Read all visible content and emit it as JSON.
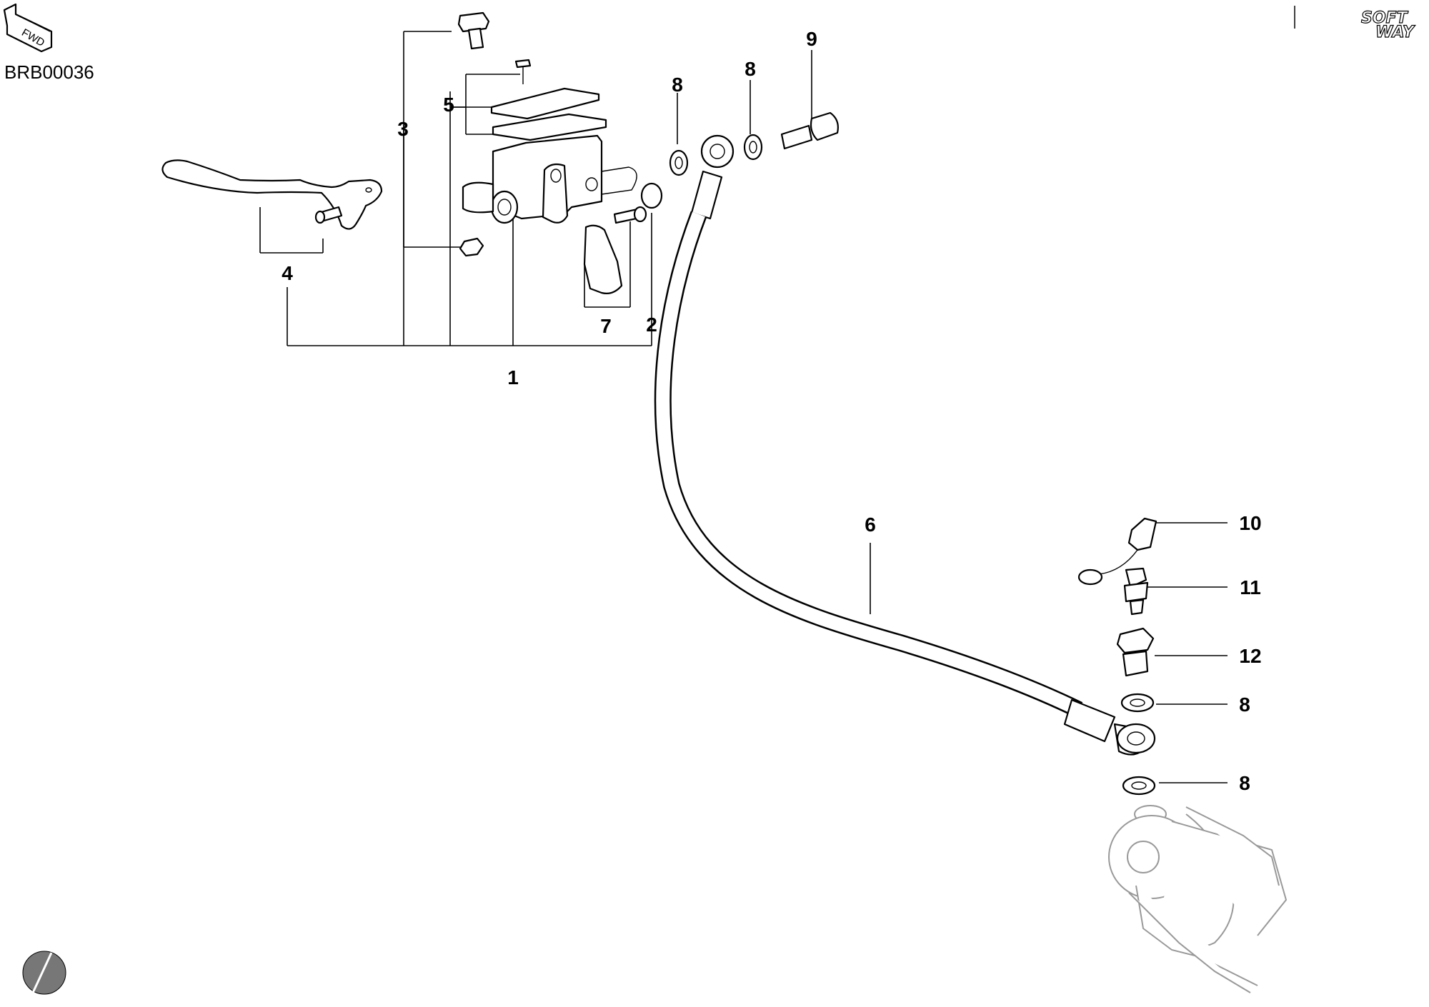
{
  "document_code": "BRB00036",
  "fwd_label": "FWD",
  "logo_text": [
    "SOFT",
    "WAY"
  ],
  "callouts": {
    "c1": "1",
    "c2": "2",
    "c3": "3",
    "c4": "4",
    "c5": "5",
    "c6": "6",
    "c7": "7",
    "c8a": "8",
    "c8b": "8",
    "c8c": "8",
    "c8d": "8",
    "c9": "9",
    "c10": "10",
    "c11": "11",
    "c12": "12"
  },
  "colors": {
    "line": "#000000",
    "background": "#ffffff",
    "ghost": "#999999"
  }
}
